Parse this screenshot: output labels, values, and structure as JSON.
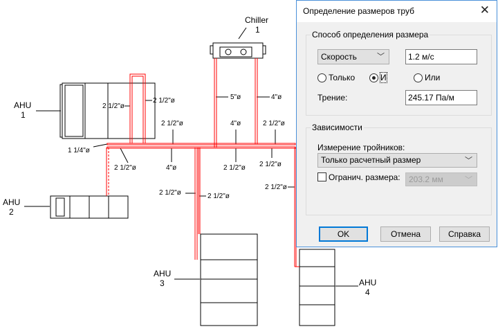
{
  "drawing": {
    "chiller": {
      "name": "Chiller",
      "num": "1"
    },
    "ahu": [
      {
        "name": "AHU",
        "num": "1"
      },
      {
        "name": "AHU",
        "num": "2"
      },
      {
        "name": "AHU",
        "num": "3"
      },
      {
        "name": "AHU",
        "num": "4"
      }
    ],
    "pipe_labels": [
      "2 1/2\"ø",
      "2 1/2\"ø",
      "5\"ø",
      "4\"ø",
      "2 1/2\"ø",
      "4\"ø",
      "2 1/2\"ø",
      "1 1/4\"ø",
      "2 1/2\"ø",
      "4\"ø",
      "2 1/2\"ø",
      "2 1/2\"ø",
      "2 1/2\"ø",
      "2 1/2\"ø",
      "2 1/2\"ø"
    ],
    "pipe_color": "#ff0000"
  },
  "dialog": {
    "title": "Определение размеров труб",
    "method_group": "Способ определения размера",
    "method_value": "Скорость",
    "velocity_value": "1.2 м/с",
    "radio_only": "Только",
    "radio_and": "И",
    "radio_or": "Или",
    "friction_label": "Трение:",
    "friction_value": "245.17 Па/м",
    "deps_group": "Зависимости",
    "tee_label": "Измерение тройников:",
    "tee_value": "Только расчетный размер",
    "limit_label": "Огранич. размера:",
    "limit_value": "203.2 мм",
    "ok": "OK",
    "cancel": "Отмена",
    "help": "Справка"
  }
}
